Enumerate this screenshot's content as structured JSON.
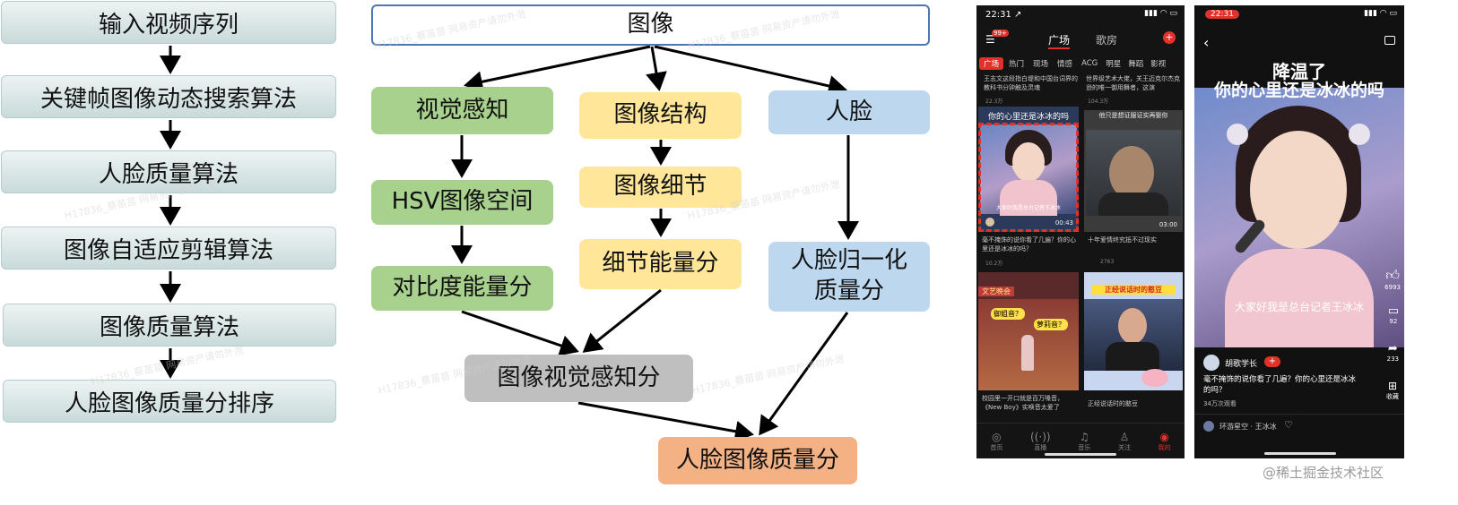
{
  "left_flow": [
    "输入视频序列",
    "关键帧图像动态搜索算法",
    "人脸质量算法",
    "图像自适应剪辑算法",
    "图像质量算法",
    "人脸图像质量分排序"
  ],
  "diagram": {
    "root": "图像",
    "visual": "视觉感知",
    "structure": "图像结构",
    "face": "人脸",
    "hsv": "HSV图像空间",
    "detail": "图像细节",
    "contrast": "对比度能量分",
    "detail_energy": "细节能量分",
    "face_norm": "人脸归一化\n质量分",
    "visual_score": "图像视觉感知分",
    "final": "人脸图像质量分"
  },
  "watermark": "H17836_蔡苗苗 网易资产请勿外泄",
  "phone1": {
    "time": "22:31 ↗",
    "badge": "99+",
    "tab_active": "广场",
    "tab_other": "歌房",
    "categories": [
      "广场",
      "热门",
      "现场",
      "情感",
      "ACG",
      "明星",
      "舞蹈",
      "影视"
    ],
    "news_left": "王志文这段指白堤和中国台词界的教科书分钟触及灵魂",
    "news_right": "世界级艺术大佬，关王迈克尔杰克逊的唯一御用舞者，这演",
    "news_left_meta": "22.3万",
    "news_right_meta": "104.3万",
    "card1_caption": "你的心里还是冰冰的吗",
    "card1_sub": "大家好我是总台记者王冰冰",
    "card1_duration": "00:43",
    "card1_title": "毫不掩饰的说你看了几遍？你的心里还是冰冰的吗？",
    "card1_meta": "10.2万",
    "card2_caption": "他只是想证服证实再娶你",
    "card2_duration": "03:00",
    "card2_title": "十年爱情终究抵不过现实",
    "card2_meta": "2763",
    "card3_banner": "文艺晚会",
    "card3_bubble1": "御姐音？",
    "card3_bubble2": "萝莉音？",
    "card3_title": "校园里一开口就是百万嗓音，《New Boy》实唤音太爱了",
    "card4_banner": "正经说话时的憨豆",
    "card4_title": "正经说话时的憨豆",
    "nav": [
      "首页",
      "直播",
      "音乐",
      "关注",
      "我的"
    ]
  },
  "phone2": {
    "time": "22:31",
    "title_line1": "降温了",
    "title_line2": "你的心里还是冰冰的吗",
    "subtitle": "大家好我是总台记者王冰冰",
    "likes": "6993",
    "comments": "92",
    "shares": "233",
    "collect": "收藏",
    "author": "胡歌学长",
    "desc": "毫不掩饰的说你看了几遍？你的心里还是冰冰的吗？",
    "views": "34万次观看",
    "music": "环游星空 · 王冰冰"
  },
  "credit": "@稀土掘金技术社区"
}
